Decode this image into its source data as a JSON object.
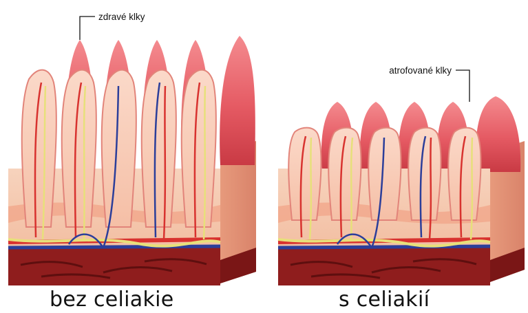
{
  "labels": {
    "healthy_villi": "zdravé klky",
    "atrophied_villi": "atrofované klky"
  },
  "captions": {
    "without_celiac": "bez celiakie",
    "with_celiac": "s celiakií"
  },
  "colors": {
    "villus_red": "#e9606a",
    "villus_pink": "#f7c7b6",
    "tissue_peach": "#f5c4a7",
    "muscle_red": "#8f1d1d",
    "artery_red": "#d8322f",
    "vein_blue": "#2b3e9a",
    "nerve_yellow": "#e7e07a"
  }
}
